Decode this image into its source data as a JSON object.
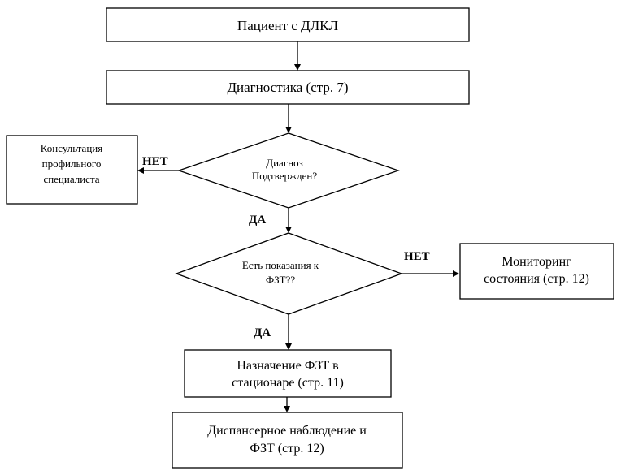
{
  "nodes": {
    "patient": "Пациент с ДЛКЛ",
    "diagnostics": "Диагностика (стр. 7)",
    "consult_line1": "Консультация",
    "consult_line2": "профильного",
    "consult_line3": "специалиста",
    "diag_confirmed_line1": "Диагноз",
    "diag_confirmed_line2": "Подтвержден?",
    "pdt_indications_line1": "Есть показания к",
    "pdt_indications_line2": "ФЗТ??",
    "monitoring_line1": "Мониторинг",
    "monitoring_line2": "состояния (стр. 12)",
    "inpatient_line1": "Назначение ФЗТ в",
    "inpatient_line2": "стационаре (стр. 11)",
    "dispensary_line1": "Диспансерное наблюдение и",
    "dispensary_line2": "ФЗТ (стр. 12)"
  },
  "edge_labels": {
    "no_1": "НЕТ",
    "yes_1": "ДА",
    "no_2": "НЕТ",
    "yes_2": "ДА"
  }
}
